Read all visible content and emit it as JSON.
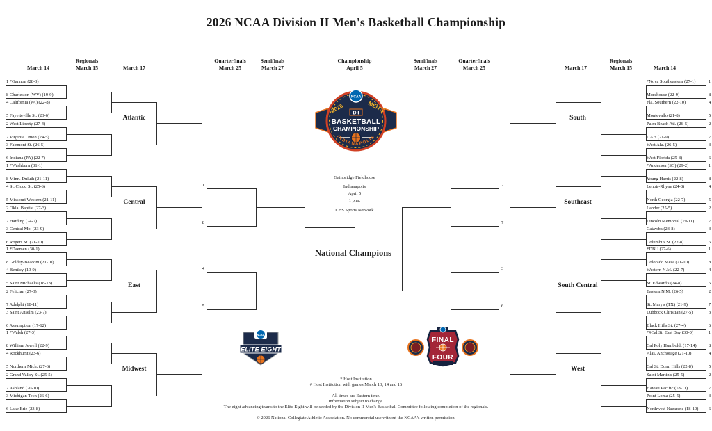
{
  "title": "2026 NCAA Division II Men's Basketball Championship",
  "schedule": {
    "left": [
      {
        "round": "",
        "date": "March 14"
      },
      {
        "round": "Regionals",
        "date": "March 15"
      },
      {
        "round": "",
        "date": "March 17"
      }
    ],
    "center": [
      {
        "round": "Quarterfinals",
        "date": "March 25"
      },
      {
        "round": "Semifinals",
        "date": "March 27"
      },
      {
        "round": "Championship",
        "date": "April 5"
      },
      {
        "round": "Semifinals",
        "date": "March 27"
      },
      {
        "round": "Quarterfinals",
        "date": "March 25"
      }
    ],
    "right": [
      {
        "round": "",
        "date": "March 17"
      },
      {
        "round": "Regionals",
        "date": "March 15"
      },
      {
        "round": "",
        "date": "March 14"
      }
    ]
  },
  "regions": {
    "left": [
      {
        "name": "Atlantic",
        "teams": [
          {
            "seed": "1",
            "name": "*Gannon (28-3)"
          },
          {
            "seed": "8",
            "name": "Charleston (WV) (19-9)"
          },
          {
            "seed": "4",
            "name": "California (PA) (22-8)"
          },
          {
            "seed": "5",
            "name": "Fayetteville St. (23-6)"
          },
          {
            "seed": "2",
            "name": "West Liberty (27-4)"
          },
          {
            "seed": "7",
            "name": "Virginia Union (24-5)"
          },
          {
            "seed": "3",
            "name": "Fairmont St. (26-5)"
          },
          {
            "seed": "6",
            "name": "Indiana (PA) (22-7)"
          }
        ]
      },
      {
        "name": "Central",
        "teams": [
          {
            "seed": "1",
            "name": "*Washburn (31-1)"
          },
          {
            "seed": "8",
            "name": "Minn. Duluth (21-11)"
          },
          {
            "seed": "4",
            "name": "St. Cloud St. (25-6)"
          },
          {
            "seed": "5",
            "name": "Missouri Western (21-11)"
          },
          {
            "seed": "2",
            "name": "Okla. Baptist (27-3)"
          },
          {
            "seed": "7",
            "name": "Harding (24-7)"
          },
          {
            "seed": "3",
            "name": "Central Mo. (23-9)"
          },
          {
            "seed": "6",
            "name": "Rogers St. (21-10)"
          }
        ]
      },
      {
        "name": "East",
        "teams": [
          {
            "seed": "1",
            "name": "*Daemen (30-1)"
          },
          {
            "seed": "8",
            "name": "Goldey-Beacom (21-10)"
          },
          {
            "seed": "4",
            "name": "Bentley (19-9)"
          },
          {
            "seed": "5",
            "name": "Saint Michael's (18-13)"
          },
          {
            "seed": "2",
            "name": "Felician (27-3)"
          },
          {
            "seed": "7",
            "name": "Adelphi (18-11)"
          },
          {
            "seed": "3",
            "name": "Saint Anselm (23-7)"
          },
          {
            "seed": "6",
            "name": "Assumption (17-12)"
          }
        ]
      },
      {
        "name": "Midwest",
        "teams": [
          {
            "seed": "1",
            "name": "*Walsh (27-3)"
          },
          {
            "seed": "8",
            "name": "William Jewell (22-9)"
          },
          {
            "seed": "4",
            "name": "Rockhurst (23-6)"
          },
          {
            "seed": "5",
            "name": "Northern Mich. (27-6)"
          },
          {
            "seed": "2",
            "name": "Grand Valley St. (25-5)"
          },
          {
            "seed": "7",
            "name": "Ashland (20-10)"
          },
          {
            "seed": "3",
            "name": "Michigan Tech (26-6)"
          },
          {
            "seed": "6",
            "name": "Lake Erie (23-8)"
          }
        ]
      }
    ],
    "right": [
      {
        "name": "South",
        "teams": [
          {
            "seed": "1",
            "name": "*Nova Southeastern (27-1)"
          },
          {
            "seed": "8",
            "name": "Morehouse (22-9)"
          },
          {
            "seed": "4",
            "name": "Fla. Southern (22-10)"
          },
          {
            "seed": "5",
            "name": "Montevallo (21-8)"
          },
          {
            "seed": "2",
            "name": "Palm Beach Atl. (26-5)"
          },
          {
            "seed": "7",
            "name": "UAH (21-9)"
          },
          {
            "seed": "3",
            "name": "West Ala. (26-5)"
          },
          {
            "seed": "6",
            "name": "West Florida (25-8)"
          }
        ]
      },
      {
        "name": "Southeast",
        "teams": [
          {
            "seed": "1",
            "name": "*Anderson (SC) (29-2)"
          },
          {
            "seed": "8",
            "name": "Young Harris (22-8)"
          },
          {
            "seed": "4",
            "name": "Lenoir-Rhyne (24-8)"
          },
          {
            "seed": "5",
            "name": "North Georgia (22-7)"
          },
          {
            "seed": "2",
            "name": "Lander (25-5)"
          },
          {
            "seed": "7",
            "name": "Lincoln Memorial (19-11)"
          },
          {
            "seed": "3",
            "name": "Catawba (23-8)"
          },
          {
            "seed": "6",
            "name": "Columbus St. (22-8)"
          }
        ]
      },
      {
        "name": "South Central",
        "teams": [
          {
            "seed": "1",
            "name": "*DBU (27-6)"
          },
          {
            "seed": "8",
            "name": "Colorado Mesa (21-10)"
          },
          {
            "seed": "4",
            "name": "Western N.M. (22-7)"
          },
          {
            "seed": "5",
            "name": "St. Edward's (24-8)"
          },
          {
            "seed": "2",
            "name": "Eastern N.M. (26-5)"
          },
          {
            "seed": "7",
            "name": "St. Mary's (TX) (21-9)"
          },
          {
            "seed": "3",
            "name": "Lubbock Christian (27-5)"
          },
          {
            "seed": "6",
            "name": "Black Hills St. (27-4)"
          }
        ]
      },
      {
        "name": "West",
        "teams": [
          {
            "seed": "1",
            "name": "*#Cal St. East Bay (30-0)"
          },
          {
            "seed": "8",
            "name": "Cal Poly Humboldt (17-14)"
          },
          {
            "seed": "4",
            "name": "Alas. Anchorage (21-10)"
          },
          {
            "seed": "5",
            "name": "Cal St. Dom. Hills (22-8)"
          },
          {
            "seed": "2",
            "name": "Saint Martin's (25-5)"
          },
          {
            "seed": "7",
            "name": "Hawaii Pacific (18-11)"
          },
          {
            "seed": "3",
            "name": "Point Loma (25-5)"
          },
          {
            "seed": "6",
            "name": "Northwest Nazarene (18-10)"
          }
        ]
      }
    ]
  },
  "quarterfinals": {
    "left_seeds": [
      "1",
      "8",
      "4",
      "5"
    ],
    "right_seeds": [
      "2",
      "7",
      "3",
      "6"
    ]
  },
  "championship": {
    "venue": "Gainbridge Fieldhouse",
    "city": "Indianapolis",
    "date": "April 5",
    "time": "1 p.m.",
    "network": "CBS Sports Network",
    "winner_label": "National Champions"
  },
  "logos": {
    "championship": {
      "ncaa": "NCAA",
      "year": "2026",
      "mens": "MEN'S",
      "division": "DII",
      "sport": "BASKETBALL",
      "event": "CHAMPIONSHIP",
      "city": "INDIANAPOLIS"
    },
    "elite_eight": {
      "ncaa": "NCAA",
      "text": "ELITE EIGHT"
    },
    "final_four": {
      "ncaa": "NCAA",
      "top": "FINAL",
      "bottom": "FOUR"
    }
  },
  "notes": [
    "* Host Institution",
    "# Host Institution with games March 13, 14 and 16"
  ],
  "footnotes": [
    "All times are Eastern time.",
    "Information subject to change.",
    "The eight advancing teams to the Elite Eight will be seeded by the Division II Men's Basketball Committee following completion of the regionals."
  ],
  "copyright": "© 2026 National Collegiate Athletic Association. No commercial use without the NCAA's written permission.",
  "colors": {
    "navy": "#1c2b4a",
    "orange": "#e8731d",
    "ncaa_blue": "#0067b1",
    "yellow": "#f3b229",
    "red": "#a32638",
    "line": "#2e2e2e"
  }
}
